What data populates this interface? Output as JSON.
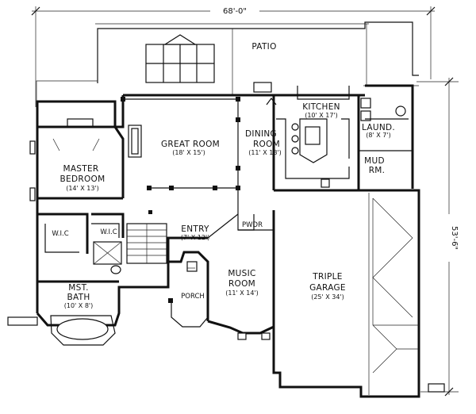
{
  "overall": {
    "width": "68'-0\"",
    "depth": "53'-6\""
  },
  "rooms": {
    "patio": {
      "name": "PATIO"
    },
    "kitchen": {
      "name": "KITCHEN",
      "size": "(10' X 17')"
    },
    "great_room": {
      "name": "GREAT ROOM",
      "size": "(18' X 15')"
    },
    "dining_room": {
      "name_1": "DINING",
      "name_2": "ROOM",
      "size": "(11' X 18')"
    },
    "laundry": {
      "name": "LAUND.",
      "size": "(8' X 7')"
    },
    "mud_room": {
      "name_1": "MUD",
      "name_2": "RM."
    },
    "master_bedroom": {
      "name_1": "MASTER",
      "name_2": "BEDROOM",
      "size": "(14' X 13')"
    },
    "wic_1": {
      "name": "W.I.C"
    },
    "wic_2": {
      "name": "W.I.C"
    },
    "entry": {
      "name": "ENTRY",
      "size": "(7' X 12')"
    },
    "powder": {
      "name": "PWDR"
    },
    "music_room": {
      "name_1": "MUSIC",
      "name_2": "ROOM",
      "size": "(11' X 14')"
    },
    "garage": {
      "name_1": "TRIPLE",
      "name_2": "GARAGE",
      "size": "(25' X 34')"
    },
    "master_bath": {
      "name_1": "MST.",
      "name_2": "BATH",
      "size": "(10' X 8')"
    },
    "porch": {
      "name": "PORCH"
    }
  }
}
